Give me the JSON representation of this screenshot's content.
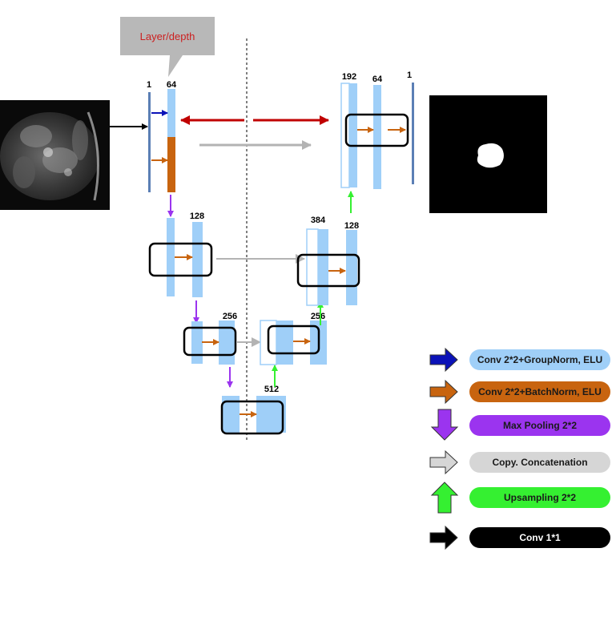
{
  "callout": {
    "label": "Layer/depth"
  },
  "depth_labels": {
    "enc1_in": "1",
    "enc1_out": "64",
    "enc2": "128",
    "enc3": "256",
    "bottleneck": "512",
    "dec3": "256",
    "dec2_concat": "384",
    "dec2": "128",
    "dec1_concat": "192",
    "dec1": "64",
    "out": "1"
  },
  "legend": {
    "items": [
      {
        "label": "Conv 2*2+GroupNorm, ELU",
        "arrow_color": "#0b12b8",
        "pill_color": "#9fcff8",
        "text_color": "#1a1a1a",
        "icon": "right-arrow-icon"
      },
      {
        "label": "Conv 2*2+BatchNorm, ELU",
        "arrow_color": "#c8640f",
        "pill_color": "#c8640f",
        "text_color": "#1a1a1a",
        "icon": "right-arrow-icon"
      },
      {
        "label": "Max Pooling 2*2",
        "arrow_color": "#9b34ef",
        "pill_color": "#9b34ef",
        "text_color": "#1a1a1a",
        "icon": "down-arrow-icon"
      },
      {
        "label": "Copy. Concatenation",
        "arrow_color": "#d6d6d6",
        "pill_color": "#d6d6d6",
        "text_color": "#1a1a1a",
        "icon": "right-arrow-icon"
      },
      {
        "label": "Upsampling 2*2",
        "arrow_color": "#35f031",
        "pill_color": "#35f031",
        "text_color": "#1a1a1a",
        "icon": "up-arrow-icon"
      },
      {
        "label": "Conv 1*1",
        "arrow_color": "#000000",
        "pill_color": "#000000",
        "text_color": "#ffffff",
        "icon": "right-arrow-icon"
      }
    ]
  },
  "colors": {
    "feature_map": "#9fcff8",
    "feature_map_dark": "#5b7fb5",
    "batchnorm": "#c8640f",
    "groupnorm": "#0b12b8",
    "skip_long": "#c00000",
    "concat": "#b3b3b3",
    "upsample": "#35f031",
    "maxpool": "#9b34ef"
  }
}
